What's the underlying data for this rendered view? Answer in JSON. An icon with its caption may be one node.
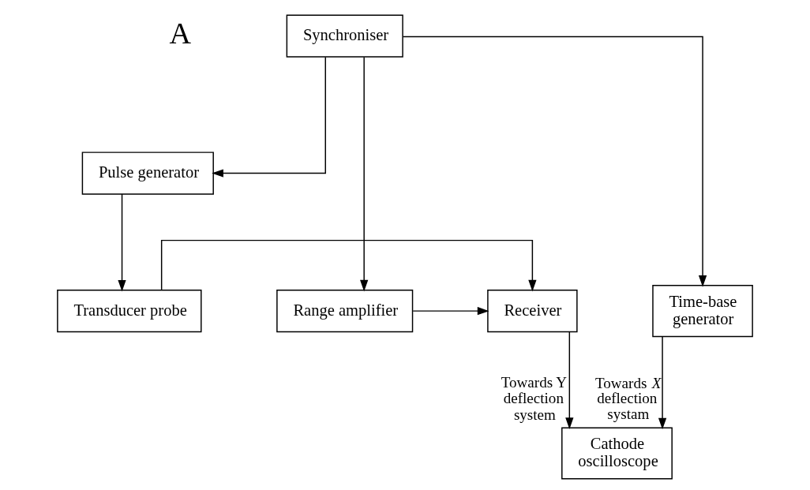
{
  "diagram": {
    "nodes": [
      {
        "text": [
          "Synchroniser"
        ]
      },
      {
        "text": [
          "Pulse generator"
        ]
      },
      {
        "text": [
          "Transducer probe"
        ]
      },
      {
        "text": [
          "Receiver"
        ]
      },
      {
        "text": [
          "Range amplifier"
        ]
      },
      {
        "text": [
          "Time-base generator"
        ]
      },
      {
        "text": [
          "Cathode oscilloscope"
        ]
      }
    ],
    "edges": [
      {
        "from": 0,
        "to": 1,
        "arrow": "to"
      },
      {
        "from": 0,
        "to": 4,
        "arrow": "to"
      },
      {
        "from": 0,
        "to": 5,
        "arrow": "to"
      },
      {
        "from": 1,
        "to": 2,
        "arrow": "to"
      },
      {
        "from": 2,
        "to": 3,
        "arrow": "to"
      },
      {
        "from": 4,
        "to": 3,
        "arrow": "to"
      },
      {
        "from": 3,
        "to": 6,
        "arrow": "to",
        "label": "Towards Y deflection system"
      },
      {
        "from": 5,
        "to": 6,
        "arrow": "to",
        "label": "Towards *X* deflection systam"
      }
    ],
    "labels": [
      "A"
    ]
  }
}
